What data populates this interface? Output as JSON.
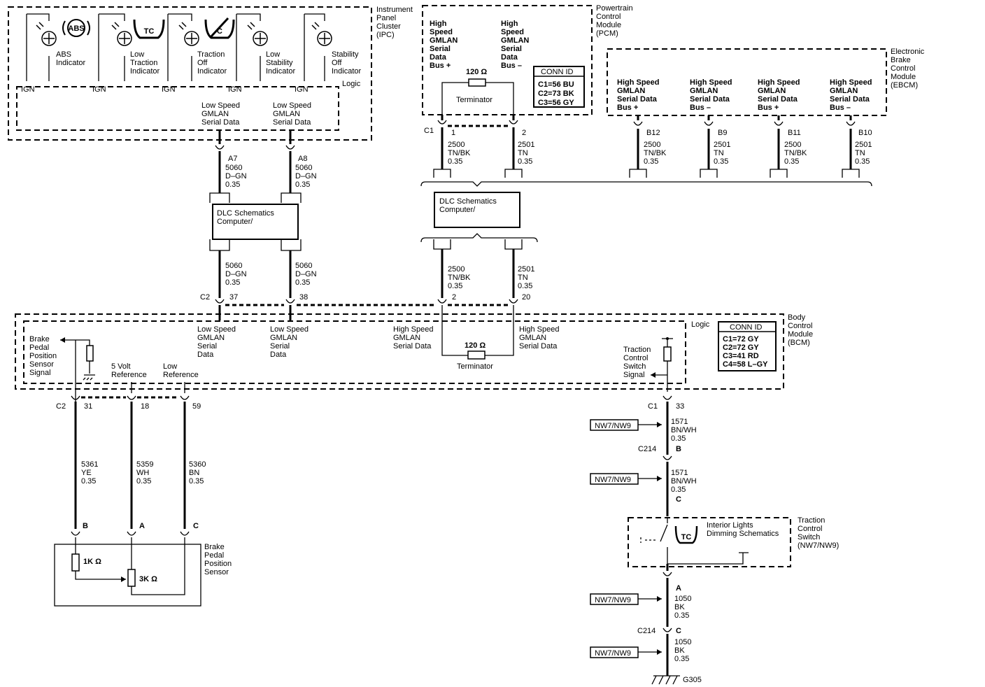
{
  "ipc": {
    "name": [
      "Instrument",
      "Panel",
      "Cluster",
      "(IPC)"
    ],
    "logic": "Logic",
    "ign": "IGN",
    "abs_badge": "ABS",
    "tc_badge": "TC",
    "indicators": [
      [
        "ABS",
        "Indicator"
      ],
      [
        "Low",
        "Traction",
        "Indicator"
      ],
      [
        "Traction",
        "Off",
        "Indicator"
      ],
      [
        "Low",
        "Stability",
        "Indicator"
      ],
      [
        "Stability",
        "Off",
        "Indicator"
      ]
    ],
    "serial": [
      "Low Speed",
      "GMLAN",
      "Serial Data"
    ],
    "pins": [
      "A7",
      "A8"
    ]
  },
  "pcm": {
    "name": [
      "Powertrain",
      "Control",
      "Module",
      "(PCM)"
    ],
    "plus": [
      "High",
      "Speed",
      "GMLAN",
      "Serial",
      "Data",
      "Bus +"
    ],
    "minus": [
      "High",
      "Speed",
      "GMLAN",
      "Serial",
      "Data",
      "Bus –"
    ],
    "resistor": "120 Ω",
    "terminator": "Terminator",
    "conn_title": "CONN ID",
    "conn": [
      "C1=56 BU",
      "C2=73 BK",
      "C3=56 GY"
    ],
    "connector": "C1",
    "pins": [
      "1",
      "2"
    ]
  },
  "ebcm": {
    "name": [
      "Electronic",
      "Brake",
      "Control",
      "Module",
      "(EBCM)"
    ],
    "labels": [
      [
        "High Speed",
        "GMLAN",
        "Serial Data",
        "Bus +"
      ],
      [
        "High Speed",
        "GMLAN",
        "Serial Data",
        "Bus –"
      ],
      [
        "High Speed",
        "GMLAN",
        "Serial Data",
        "Bus +"
      ],
      [
        "High Speed",
        "GMLAN",
        "Serial Data",
        "Bus –"
      ]
    ],
    "pins": [
      "B12",
      "B9",
      "B11",
      "B10"
    ]
  },
  "wires": {
    "dgn": [
      "5060",
      "D–GN",
      "0.35"
    ],
    "tnbk": [
      "2500",
      "TN/BK",
      "0.35"
    ],
    "tn": [
      "2501",
      "TN",
      "0.35"
    ],
    "ye": [
      "5361",
      "YE",
      "0.35"
    ],
    "wh": [
      "5359",
      "WH",
      "0.35"
    ],
    "bn": [
      "5360",
      "BN",
      "0.35"
    ],
    "bnwh": [
      "1571",
      "BN/WH",
      "0.35"
    ],
    "bk": [
      "1050",
      "BK",
      "0.35"
    ]
  },
  "dlc": [
    "DLC Schematics",
    "Computer/"
  ],
  "bcm": {
    "name": [
      "Body",
      "Control",
      "Module",
      "(BCM)"
    ],
    "logic": "Logic",
    "conn_title": "CONN ID",
    "conn": [
      "C1=72 GY",
      "C2=72 GY",
      "C3=41 RD",
      "C4=58 L–GY"
    ],
    "low_serial": [
      "Low Speed",
      "GMLAN",
      "Serial",
      "Data"
    ],
    "high_serial": [
      "High Speed",
      "GMLAN",
      "Serial Data"
    ],
    "resistor": "120 Ω",
    "terminator": "Terminator",
    "brake_signal": [
      "Brake",
      "Pedal",
      "Position",
      "Sensor",
      "Signal"
    ],
    "five_volt": [
      "5 Volt",
      "Reference"
    ],
    "low_ref": [
      "Low",
      "Reference"
    ],
    "tc_signal": [
      "Traction",
      "Control",
      "Switch",
      "Signal"
    ],
    "c2": "C2",
    "c2_top_pins": [
      "37",
      "38"
    ],
    "top_pins": [
      "2",
      "20"
    ],
    "c2_bottom_pins": [
      "31",
      "18",
      "59"
    ],
    "c1": "C1",
    "c1_pin": "33"
  },
  "sensor": {
    "name": [
      "Brake",
      "Pedal",
      "Position",
      "Sensor"
    ],
    "pins": [
      "B",
      "A",
      "C"
    ],
    "r1": "1K Ω",
    "r2": "3K Ω"
  },
  "switch": {
    "name": [
      "Traction",
      "Control",
      "Switch",
      "(NW7/NW9)"
    ],
    "dimming": [
      "Interior Lights",
      "Dimming Schematics"
    ],
    "badge": "TC"
  },
  "right_chain": {
    "nw": "NW7/NW9",
    "c214": "C214",
    "pins": [
      "B",
      "C",
      "A",
      "C"
    ],
    "ground": "G305"
  }
}
